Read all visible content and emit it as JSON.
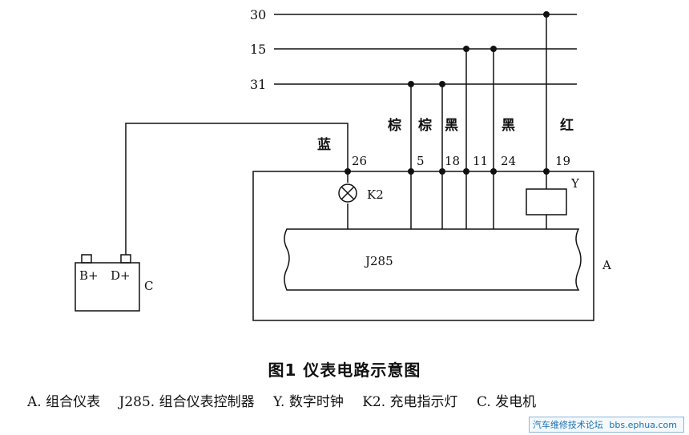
{
  "bus_lines": [
    {
      "id": "30",
      "label": "30"
    },
    {
      "id": "15",
      "label": "15"
    },
    {
      "id": "31",
      "label": "31"
    }
  ],
  "wire_colors": {
    "blue": "蓝",
    "brown_1": "棕",
    "brown_2": "棕",
    "black_1": "黑",
    "black_2": "黑",
    "red": "红"
  },
  "pins": {
    "p26": "26",
    "p5": "5",
    "p18": "18",
    "p11": "11",
    "p24": "24",
    "p19": "19"
  },
  "components": {
    "lamp": "K2",
    "clock": "Y",
    "controller": "J285",
    "cluster": "A",
    "generator": "C",
    "b_plus": "B+",
    "d_plus": "D+"
  },
  "caption": {
    "title": "图1  仪表电路示意图",
    "legend": [
      "A. 组合仪表",
      "J285. 组合仪表控制器",
      "Y. 数字时钟",
      "K2. 充电指示灯",
      "C. 发电机"
    ]
  },
  "watermark": {
    "text": "汽车维修技术论坛",
    "url": "bbs.ephua.com"
  }
}
